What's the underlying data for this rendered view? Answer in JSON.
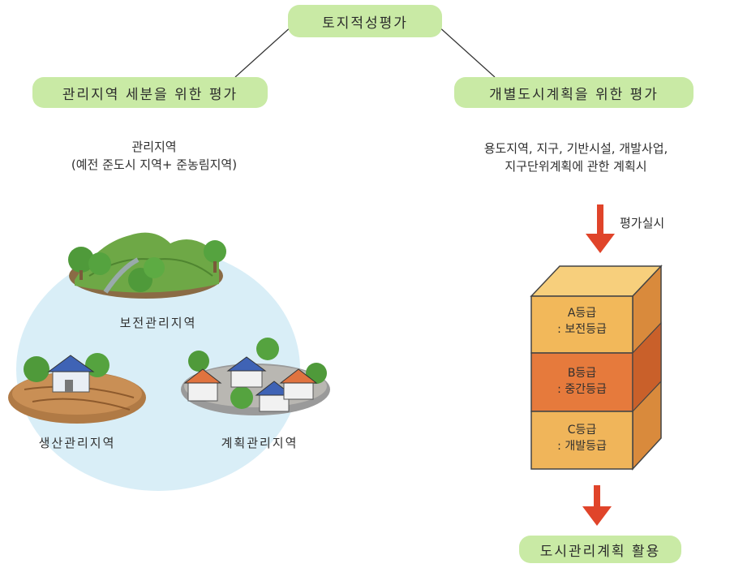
{
  "title": "토지적성평가",
  "left": {
    "heading": "관리지역 세분을 위한 평가",
    "desc_line1": "관리지역",
    "desc_line2": "(예전 준도시 지역+ 준농림지역)",
    "areas": [
      {
        "label": "보전관리지역"
      },
      {
        "label": "생산관리지역"
      },
      {
        "label": "계획관리지역"
      }
    ]
  },
  "right": {
    "heading": "개별도시계획을 위한 평가",
    "desc_line1": "용도지역, 지구, 기반시설, 개발사업,",
    "desc_line2": "지구단위계획에 관한 계획시",
    "arrow_label": "평가실시",
    "grades": [
      {
        "grade": "A등급",
        "desc": ": 보전등급",
        "color": "#f2b85a"
      },
      {
        "grade": "B등급",
        "desc": ": 중간등급",
        "color": "#e67a3c"
      },
      {
        "grade": "C등급",
        "desc": ": 개발등급",
        "color": "#f0b55a"
      }
    ],
    "result": "도시관리계획 활용"
  },
  "colors": {
    "highlight": "#c9eaa5",
    "arrow": "#e0442a",
    "water": "#d7ecf6"
  }
}
